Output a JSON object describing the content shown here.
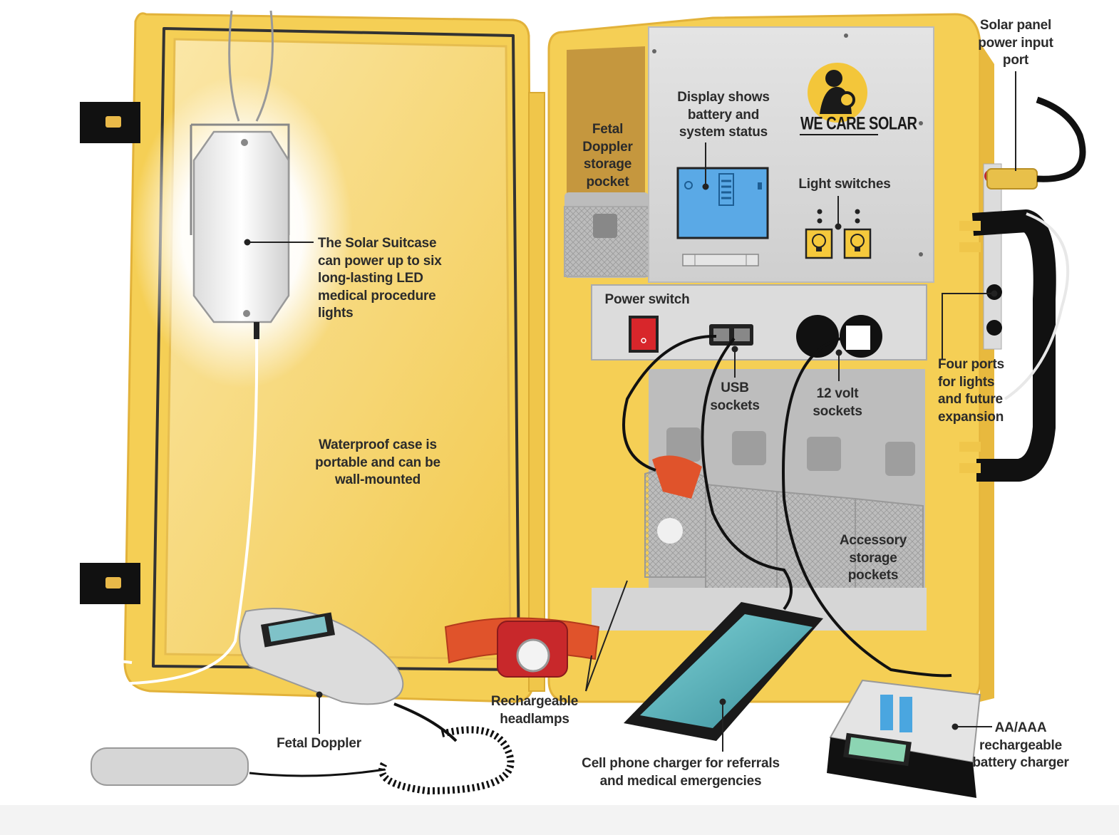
{
  "labels": {
    "solar_input": "Solar panel\npower input\nport",
    "display": "Display shows\nbattery and\nsystem status",
    "doppler_pocket": "Fetal\nDoppler\nstorage\npocket",
    "lights": "The Solar Suitcase\ncan power up to six\nlong-lasting LED\nmedical procedure\nlights",
    "light_switches": "Light switches",
    "power_switch": "Power switch",
    "usb": "USB\nsockets",
    "volt12": "12 volt\nsockets",
    "four_ports": "Four ports\nfor lights\nand future\nexpansion",
    "waterproof": "Waterproof case is\nportable and can be\nwall-mounted",
    "accessory": "Accessory\nstorage\npockets",
    "headlamps": "Rechargeable\nheadlamps",
    "doppler": "Fetal Doppler",
    "phone": "Cell phone charger for referrals\nand medical emergencies",
    "battery": "AA/AAA\nrechargeable\nbattery charger"
  },
  "logo": {
    "text": "WE CARE SOLAR"
  },
  "colors": {
    "case_yellow": "#f5cf55",
    "case_inner": "#f8dc80",
    "panel_gray": "#d9d9d9",
    "lcd_blue": "#5aa9e6",
    "switch_red": "#d8262b",
    "cable_black": "#111111"
  }
}
